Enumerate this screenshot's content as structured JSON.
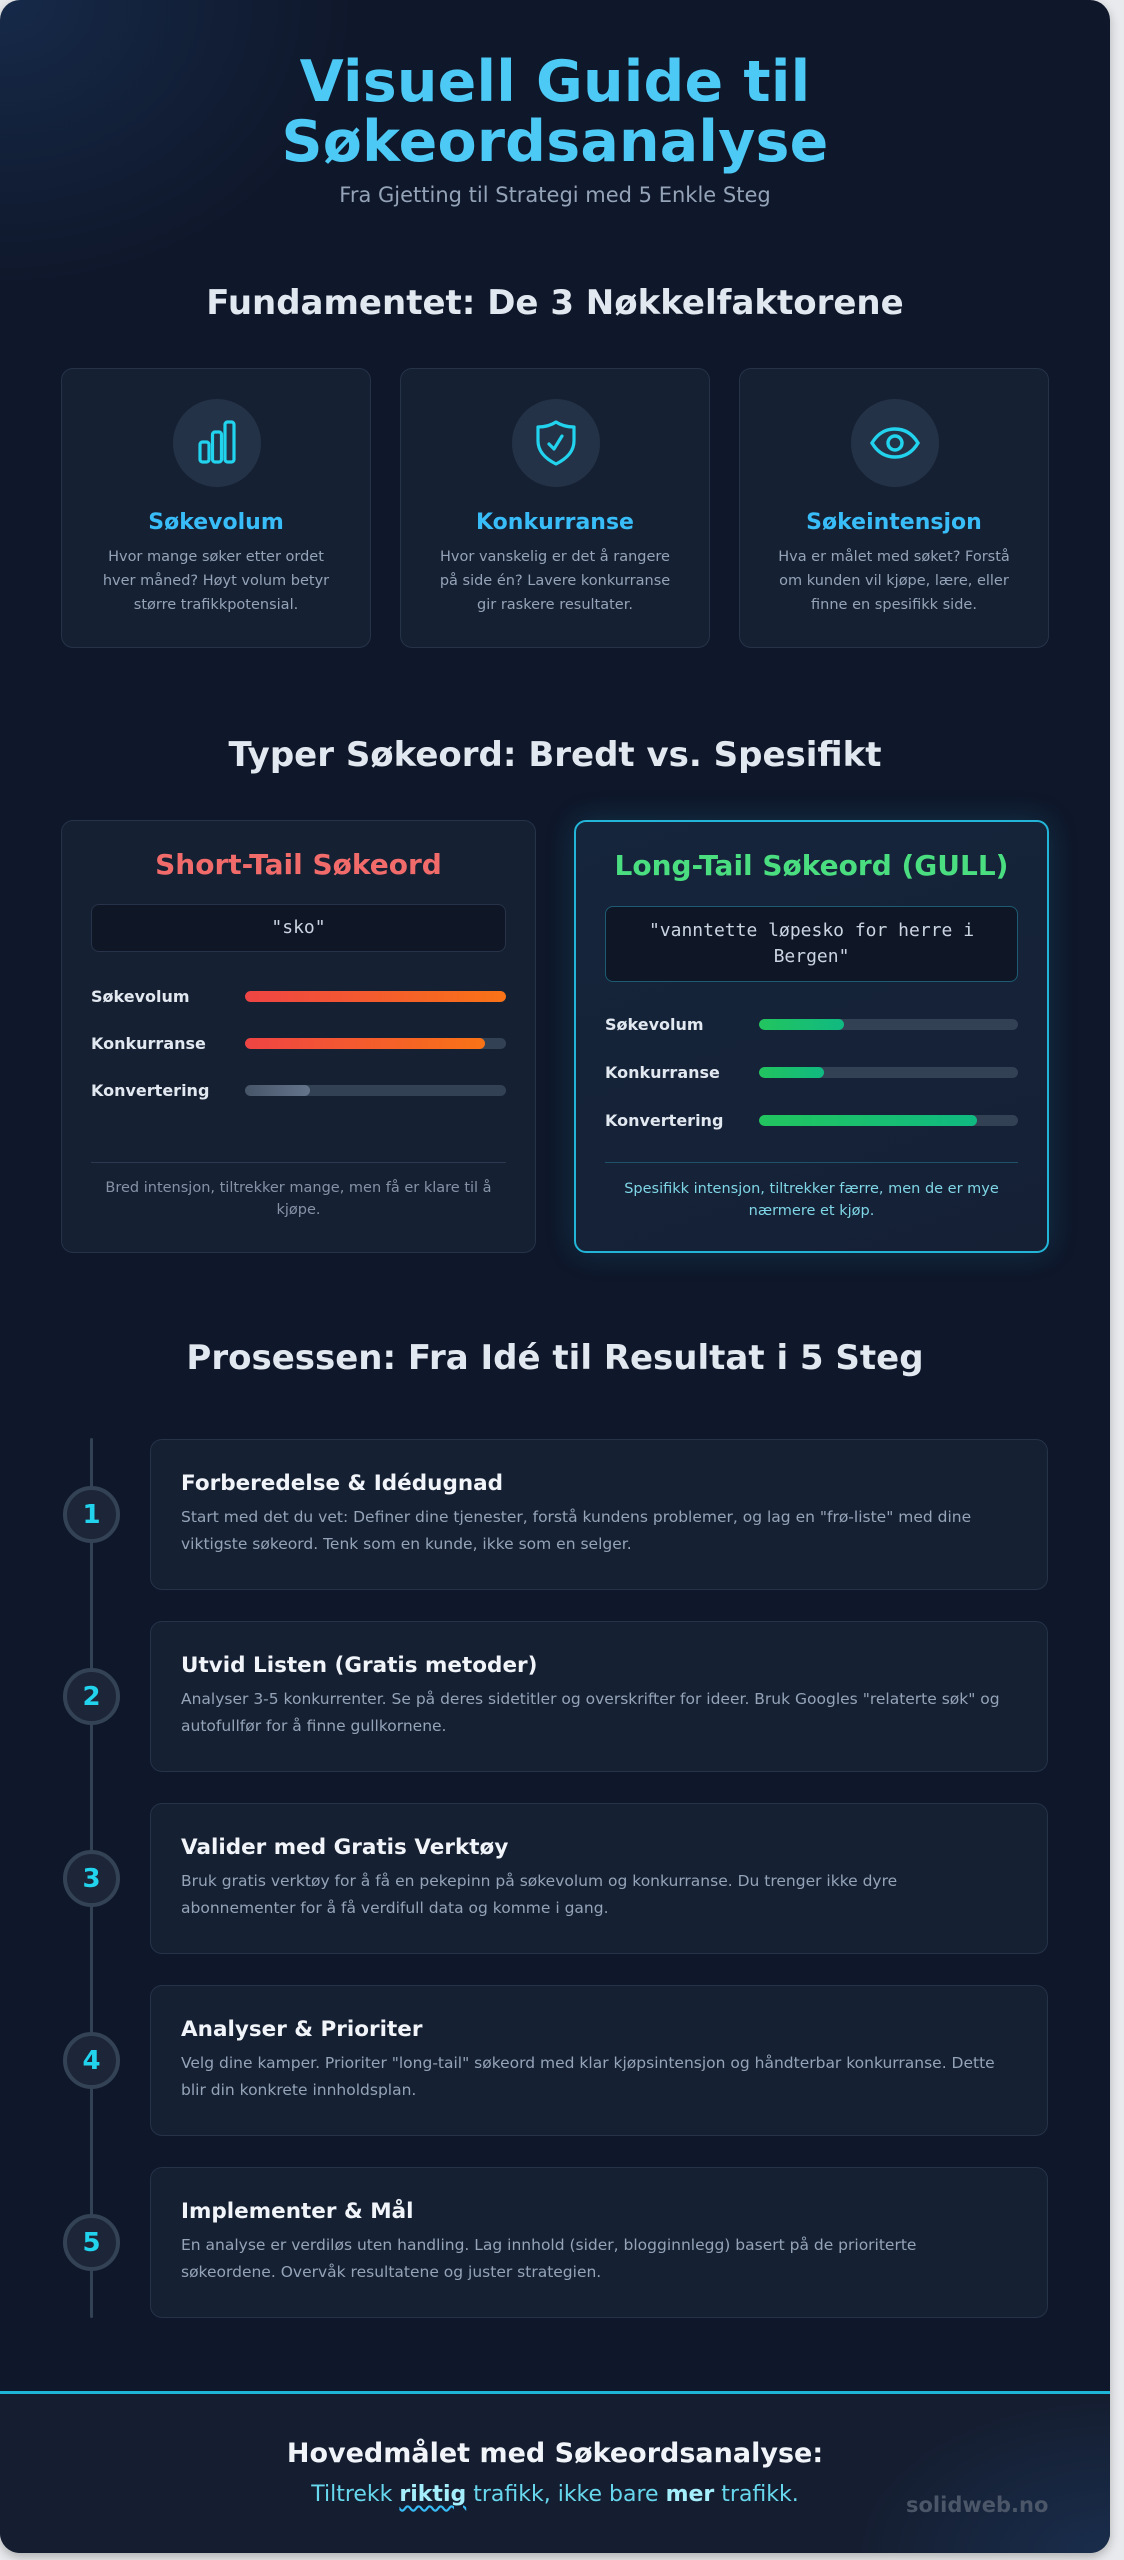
{
  "header": {
    "title_line1": "Visuell Guide til",
    "title_line2": "Søkeordsanalyse",
    "subtitle": "Fra Gjetting til Strategi med 5 Enkle Steg"
  },
  "fundamentals": {
    "title": "Fundamentet: De 3 Nøkkelfaktorene",
    "cards": [
      {
        "icon": "bar-chart-icon",
        "title": "Søkevolum",
        "description": "Hvor mange søker etter ordet hver måned? Høyt volum betyr større trafikkpotensial."
      },
      {
        "icon": "shield-check-icon",
        "title": "Konkurranse",
        "description": "Hvor vanskelig er det å rangere på side én? Lavere konkurranse gir raskere resultater."
      },
      {
        "icon": "eye-icon",
        "title": "Søkeintensjon",
        "description": "Hva er målet med søket? Forstå om kunden vil kjøpe, lære, eller finne en spesifikk side."
      }
    ]
  },
  "keyword_types": {
    "title": "Typer Søkeord: Bredt vs. Spesifikt",
    "short_tail": {
      "title": "Short-Tail Søkeord",
      "example": "\"sko\"",
      "metrics": [
        {
          "label": "Søkevolum",
          "percent": 100
        },
        {
          "label": "Konkurranse",
          "percent": 92
        },
        {
          "label": "Konvertering",
          "percent": 25
        }
      ],
      "note": "Bred intensjon, tiltrekker mange, men få er klare til å kjøpe."
    },
    "long_tail": {
      "title": "Long-Tail Søkeord (GULL)",
      "example": "\"vanntette løpesko for herre i Bergen\"",
      "metrics": [
        {
          "label": "Søkevolum",
          "percent": 33
        },
        {
          "label": "Konkurranse",
          "percent": 25
        },
        {
          "label": "Konvertering",
          "percent": 84
        }
      ],
      "note": "Spesifikk intensjon, tiltrekker færre, men de er mye nærmere et kjøp."
    }
  },
  "process": {
    "title": "Prosessen: Fra Idé til Resultat i 5 Steg",
    "steps": [
      {
        "number": "1",
        "title": "Forberedelse & Idédugnad",
        "description": "Start med det du vet: Definer dine tjenester, forstå kundens problemer, og lag en \"frø-liste\" med dine viktigste søkeord. Tenk som en kunde, ikke som en selger."
      },
      {
        "number": "2",
        "title": "Utvid Listen (Gratis metoder)",
        "description": "Analyser 3-5 konkurrenter. Se på deres sidetitler og overskrifter for ideer. Bruk Googles \"relaterte søk\" og autofullfør for å finne gullkornene."
      },
      {
        "number": "3",
        "title": "Valider med Gratis Verktøy",
        "description": "Bruk gratis verktøy for å få en pekepinn på søkevolum og konkurranse. Du trenger ikke dyre abonnementer for å få verdifull data og komme i gang."
      },
      {
        "number": "4",
        "title": "Analyser & Prioriter",
        "description": "Velg dine kamper. Prioriter \"long-tail\" søkeord med klar kjøpsintensjon og håndterbar konkurranse. Dette blir din konkrete innholdsplan."
      },
      {
        "number": "5",
        "title": "Implementer & Mål",
        "description": "En analyse er verdiløs uten handling. Lag innhold (sider, blogginnlegg) basert på de prioriterte søkeordene. Overvåk resultatene og juster strategien."
      }
    ]
  },
  "footer": {
    "title": "Hovedmålet med Søkeordsanalyse:",
    "tagline_part1": "Tiltrekk ",
    "tagline_emph1": "riktig",
    "tagline_part2": " trafikk, ikke bare ",
    "tagline_emph2": "mer",
    "tagline_part3": " trafikk.",
    "brand": "solidweb.no"
  },
  "colors": {
    "background": "#0f172a",
    "accent_cyan": "#38bdf8",
    "short_tail_red": "#f26b6b",
    "long_tail_green": "#4ade80",
    "bar_hot_start": "#ef4444",
    "bar_hot_end": "#f97316",
    "bar_green": "#22c55e"
  }
}
